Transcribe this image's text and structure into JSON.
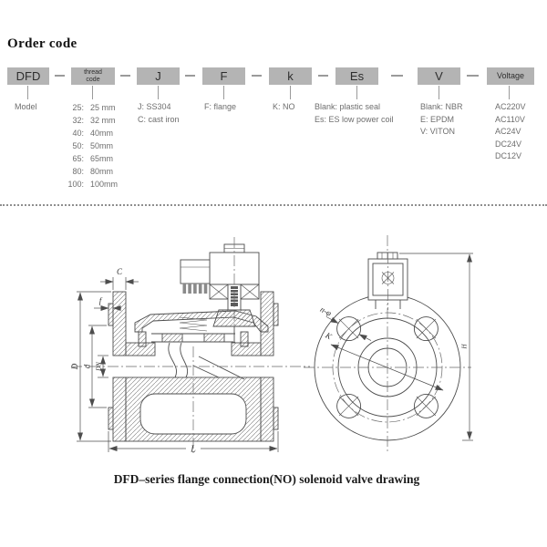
{
  "order_code": {
    "heading": "Order code",
    "boxes": [
      {
        "label": "DFD"
      },
      {
        "label": "thread",
        "label2": "code"
      },
      {
        "label": "J"
      },
      {
        "label": "F"
      },
      {
        "label": "k"
      },
      {
        "label": "Es"
      },
      {
        "label": "V"
      },
      {
        "label": "Voltage"
      }
    ],
    "columns": {
      "model": {
        "lines": [
          "Model"
        ]
      },
      "thread": {
        "items": [
          {
            "c": "25:",
            "s": "25 mm"
          },
          {
            "c": "32:",
            "s": "32 mm"
          },
          {
            "c": "40:",
            "s": "40mm"
          },
          {
            "c": "50:",
            "s": "50mm"
          },
          {
            "c": "65:",
            "s": "65mm"
          },
          {
            "c": "80:",
            "s": "80mm"
          },
          {
            "c": "100:",
            "s": "100mm"
          }
        ]
      },
      "material": {
        "lines": [
          "J: SS304",
          "C: cast iron"
        ]
      },
      "connection": {
        "lines": [
          "F: flange"
        ]
      },
      "operation": {
        "lines": [
          "K: NO"
        ]
      },
      "coil": {
        "lines": [
          "Blank: plastic seal",
          "Es: ES low power coil"
        ]
      },
      "seal": {
        "lines": [
          "Blank: NBR",
          "E: EPDM",
          "V: VITON"
        ]
      },
      "voltage": {
        "lines": [
          "AC220V",
          "AC110V",
          "AC24V",
          "DC24V",
          "DC12V"
        ]
      }
    }
  },
  "drawing": {
    "caption": "DFD–series flange connection(NO) solenoid valve drawing",
    "dims": {
      "C": "C",
      "f": "f",
      "D": "D",
      "d": "d",
      "DN": "DN",
      "L": "L",
      "H": "H",
      "K": "K",
      "n_phi": "n-φ"
    }
  },
  "colors": {
    "box_fill": "#b4b4b4",
    "drawing_line": "#4d4d4d",
    "gray_text": "#6e6e6e"
  }
}
